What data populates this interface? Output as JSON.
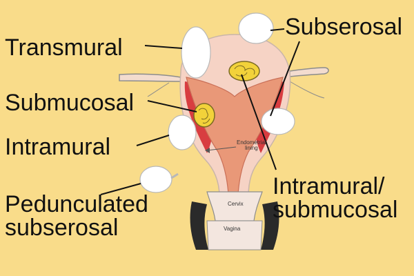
{
  "colors": {
    "background": "#f9dc8a",
    "uterus_wall": "#f6d3c5",
    "muscle_outline": "#d79b8c",
    "endometrium": "#e99878",
    "red_layer": "#d52c31",
    "fibroid": "#ffffff",
    "yellow_mass": "#f2d23a",
    "vagina": "#f3e6df"
  },
  "labels": {
    "transmural": "Transmural",
    "subserosal": "Subserosal",
    "submucosal": "Submucosal",
    "intramural": "Intramural",
    "intramural_submucosal": "Intramural/\nsubmucosal",
    "pedunculated_subserosal": "Pedunculated\nsubserosal"
  },
  "small_labels": {
    "endometrial_lining": "Endometrial\nlining",
    "cervix": "Cervix",
    "vagina": "Vagina"
  }
}
